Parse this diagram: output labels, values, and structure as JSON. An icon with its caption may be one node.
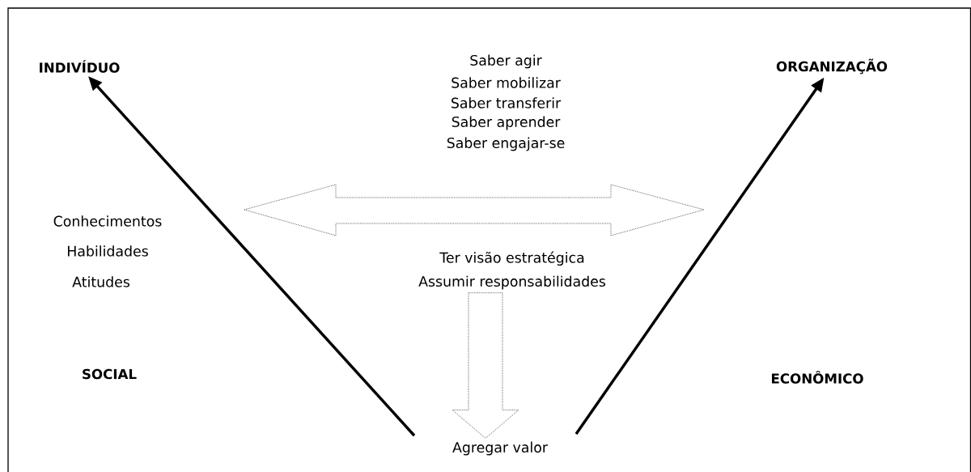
{
  "diagram": {
    "nodes": [
      {
        "text": [
          "INDIVÍDUO"
        ]
      },
      {
        "text": [
          "ORGANIZAÇÃO"
        ]
      },
      {
        "text": [
          "Ter visão estratégica",
          "Assumir responsabilidades"
        ]
      },
      {
        "text": [
          "Agregar valor"
        ]
      }
    ],
    "edges": [
      {
        "from": null,
        "to": 0,
        "arrow": "to"
      },
      {
        "from": null,
        "to": 1,
        "arrow": "to"
      },
      {
        "from": 2,
        "to": 3,
        "arrow": "to",
        "style": "dashed"
      }
    ],
    "labels": [
      "Saber agir",
      "Saber mobilizar",
      "Saber transferir",
      "Saber aprender",
      "Saber engajar-se",
      "Conhecimentos",
      "Habilidades",
      "Atitudes",
      "SOCIAL",
      "ECONÔMICO"
    ]
  }
}
